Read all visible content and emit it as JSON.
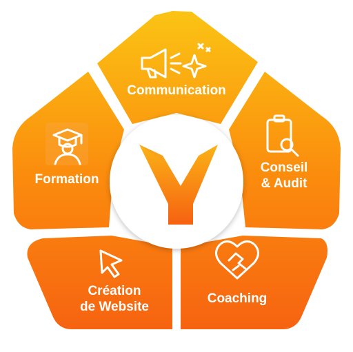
{
  "segments": {
    "communication": {
      "label": "Communication"
    },
    "conseil": {
      "label_line1": "Conseil",
      "label_line2": "& Audit"
    },
    "coaching": {
      "label": "Coaching"
    },
    "creation": {
      "label_line1": "Création",
      "label_line2": "de Website"
    },
    "formation": {
      "label": "Formation"
    }
  },
  "center": {
    "logo": "Y-logo"
  },
  "icons": {
    "communication": "megaphone-sparkle-icon",
    "conseil": "clipboard-search-icon",
    "coaching": "heart-handshake-icon",
    "creation": "cursor-arrow-icon",
    "formation": "graduate-icon"
  },
  "colors": {
    "top": "#FBC314",
    "mid": "#FB8C0D",
    "bottom": "#F66111",
    "icon_stroke": "#FFFFFF",
    "icon_tile": "#F9A53C"
  }
}
